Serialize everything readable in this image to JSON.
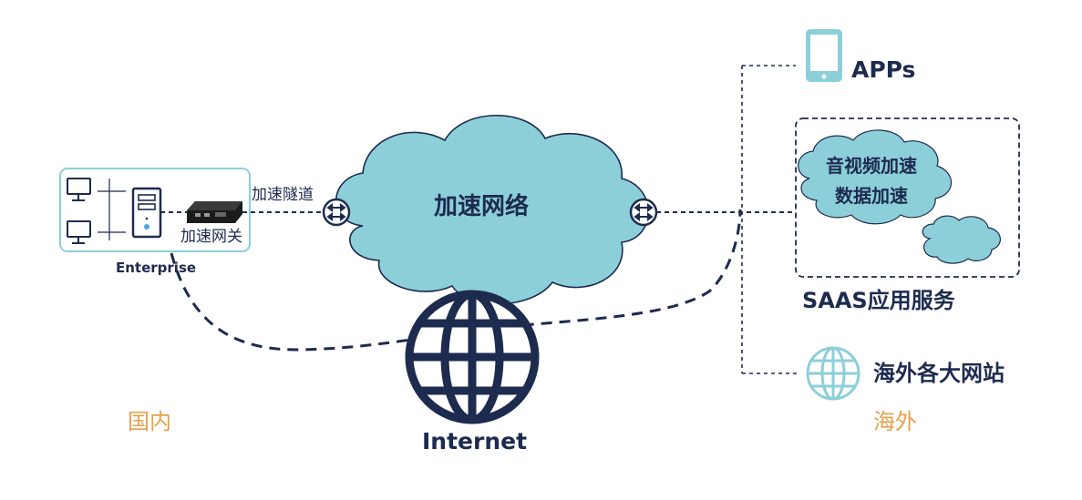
{
  "enterprise_label": "Enterprise",
  "tunnel_label": "加速隧道",
  "gateway_label": "加速网关",
  "network_label": "加速网络",
  "internet_label": "Internet",
  "apps_label": "APPs",
  "saas": {
    "line1": "音视频加速",
    "line2": "数据加速",
    "label": "SAAS应用服务"
  },
  "websites_label": "海外各大网站",
  "domestic_label": "国内",
  "overseas_label": "海外",
  "colors": {
    "cloud": "#8ccfd9",
    "dark_navy": "#1d2b4f",
    "teal_icon": "#8ccfd9",
    "orange_text": "#e8a04a",
    "enterprise_box": "#8ccfd9"
  },
  "icons": [
    "monitor-icon",
    "server-icon",
    "gateway-device-icon",
    "router-icon",
    "tablet-icon",
    "globe-icon"
  ]
}
